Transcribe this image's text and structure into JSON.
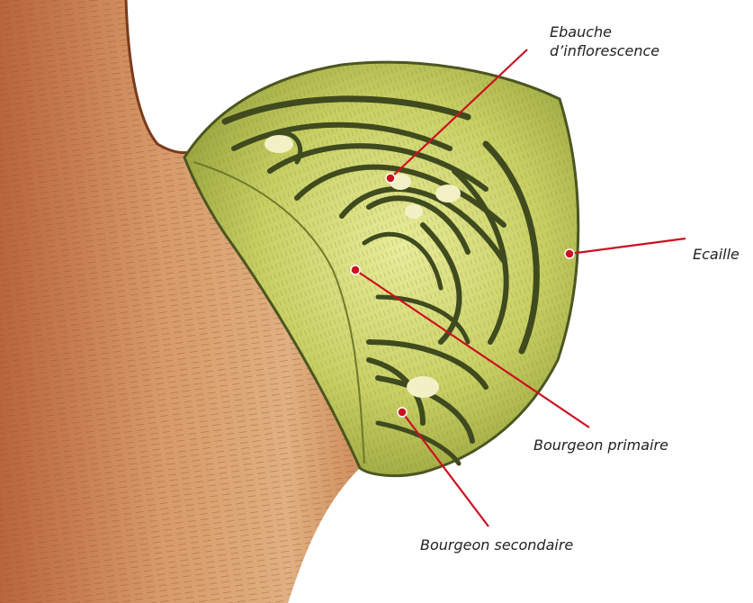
{
  "labels": {
    "ebauche_line1": "Ebauche",
    "ebauche_line2": "d’inflorescence",
    "ecaille": "Ecaille",
    "bourgeon_primaire": "Bourgeon primaire",
    "bourgeon_secondaire": "Bourgeon secondaire"
  },
  "colors": {
    "leader": "#cc1020",
    "stem": "#c9794a",
    "bud": "#c8cf6a",
    "scale_dark": "#3f4a1e"
  }
}
